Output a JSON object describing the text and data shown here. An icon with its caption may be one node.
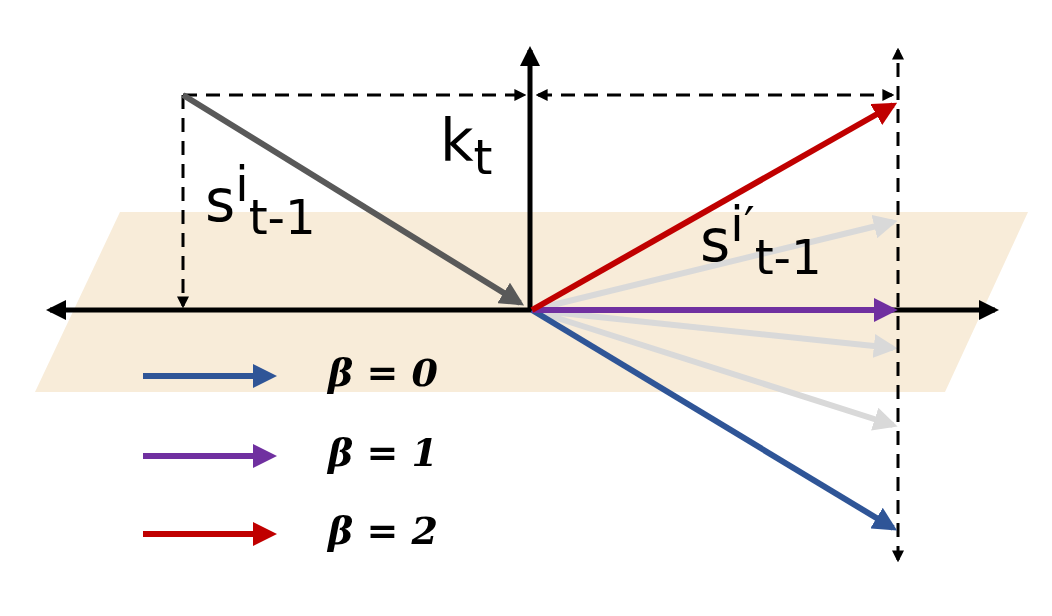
{
  "diagram": {
    "labels": [
      "k$_{t}$",
      "s$^{i}$$_{t-1}$",
      "s$^{i′}$$_{t-1}$"
    ],
    "legend": [
      {
        "text": "β = 0",
        "color": "#2f5597"
      },
      {
        "text": "β = 1",
        "color": "#7030a0"
      },
      {
        "text": "β = 2",
        "color": "#c00000"
      }
    ]
  }
}
